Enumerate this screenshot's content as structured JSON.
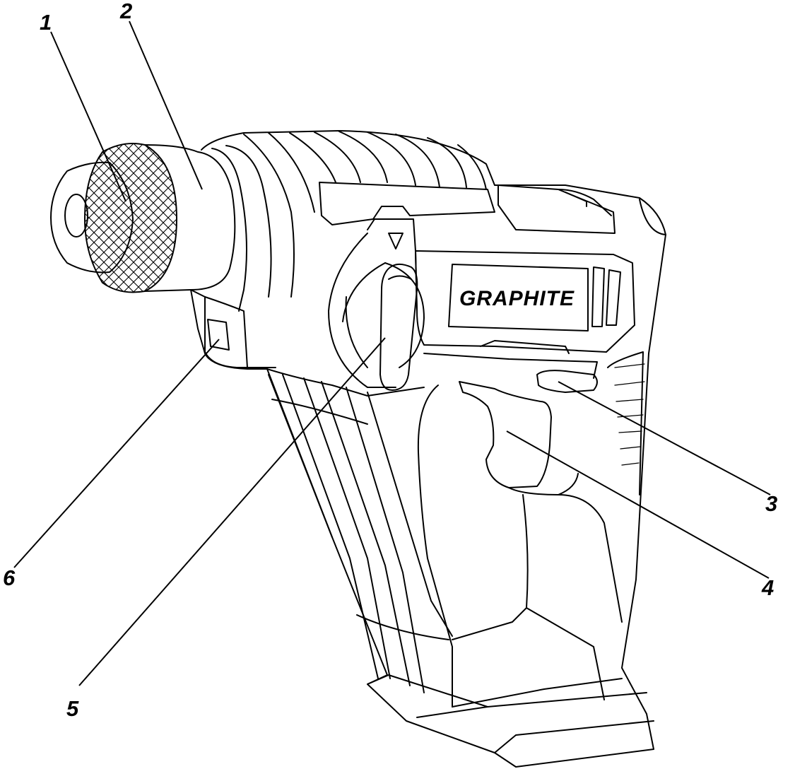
{
  "figure": {
    "brand_logo": "GRAPHITE",
    "callouts": [
      {
        "id": "callout-1",
        "label": "1"
      },
      {
        "id": "callout-2",
        "label": "2"
      },
      {
        "id": "callout-3",
        "label": "3"
      },
      {
        "id": "callout-4",
        "label": "4"
      },
      {
        "id": "callout-5",
        "label": "5"
      },
      {
        "id": "callout-6",
        "label": "6"
      }
    ]
  },
  "colors": {
    "line": "#000000",
    "background": "#ffffff"
  }
}
